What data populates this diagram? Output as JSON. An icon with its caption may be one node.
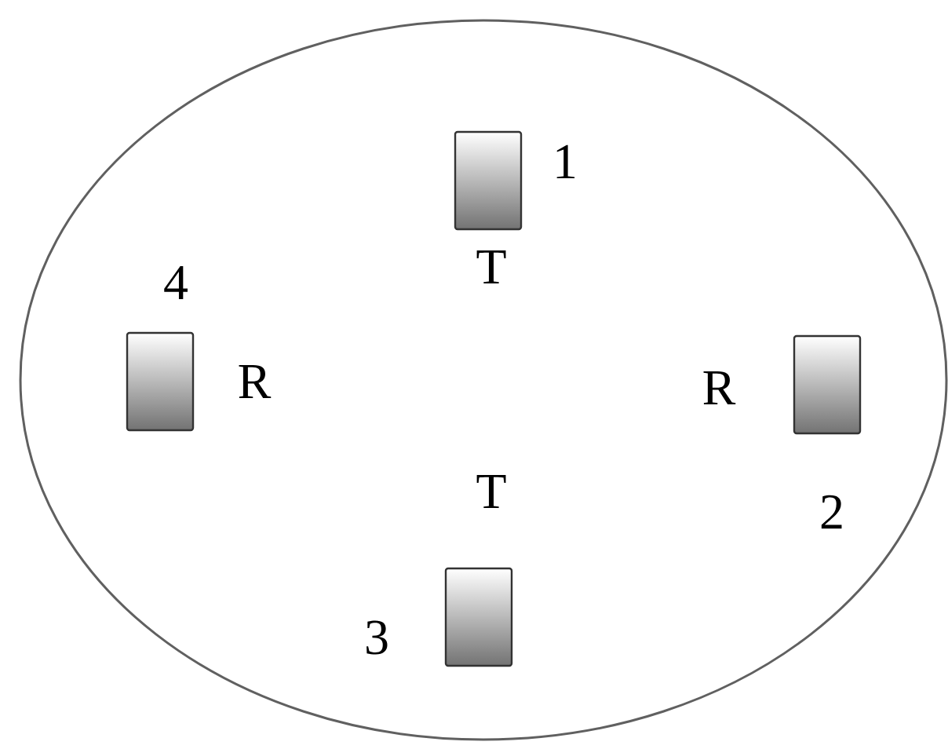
{
  "diagram": {
    "nodes": [
      {
        "text": [],
        "shape": "circle"
      },
      {
        "text": [],
        "shape": "box",
        "in": 0,
        "beside": [
          "1"
        ]
      },
      {
        "text": [],
        "shape": "box",
        "in": 0,
        "beside": [
          "4"
        ]
      },
      {
        "text": [],
        "shape": "box",
        "in": 0,
        "beside": [
          "2"
        ]
      },
      {
        "text": [],
        "shape": "box",
        "in": 0,
        "beside": [
          "3"
        ]
      }
    ],
    "labels": [
      "T",
      "R",
      "R",
      "T"
    ]
  }
}
